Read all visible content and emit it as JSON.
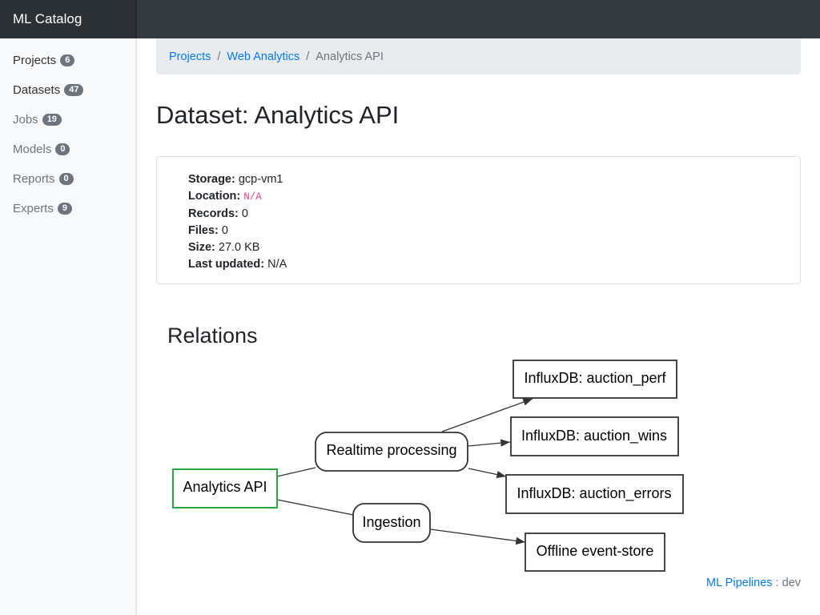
{
  "app": {
    "title": "ML Catalog"
  },
  "sidebar": {
    "items": [
      {
        "label": "Projects",
        "count": "6"
      },
      {
        "label": "Datasets",
        "count": "47"
      },
      {
        "label": "Jobs",
        "count": "19"
      },
      {
        "label": "Models",
        "count": "0"
      },
      {
        "label": "Reports",
        "count": "0"
      },
      {
        "label": "Experts",
        "count": "9"
      }
    ]
  },
  "breadcrumb": {
    "items": [
      "Projects",
      "Web Analytics"
    ],
    "separator": "/",
    "active": "Analytics API"
  },
  "page": {
    "title": "Dataset: Analytics API"
  },
  "properties": [
    {
      "label": "Storage:",
      "value": "gcp-vm1"
    },
    {
      "label": "Location:",
      "value": "N/A"
    },
    {
      "label": "Records:",
      "value": "0"
    },
    {
      "label": "Files:",
      "value": "0"
    },
    {
      "label": "Size:",
      "value": "27.0 KB"
    },
    {
      "label": "Last updated:",
      "value": "N/A"
    }
  ],
  "relations": {
    "title": "Relations",
    "nodes": {
      "source": "Analytics API",
      "realtime": "Realtime processing",
      "ingestion": "Ingestion",
      "perf": "InfluxDB: auction_perf",
      "wins": "InfluxDB: auction_wins",
      "errors": "InfluxDB: auction_errors",
      "offline": "Offline event-store"
    },
    "colors": {
      "source_border": "#28a745",
      "node_border": "#333333"
    }
  },
  "footer": {
    "link": "ML Pipelines",
    "suffix": " : dev"
  }
}
